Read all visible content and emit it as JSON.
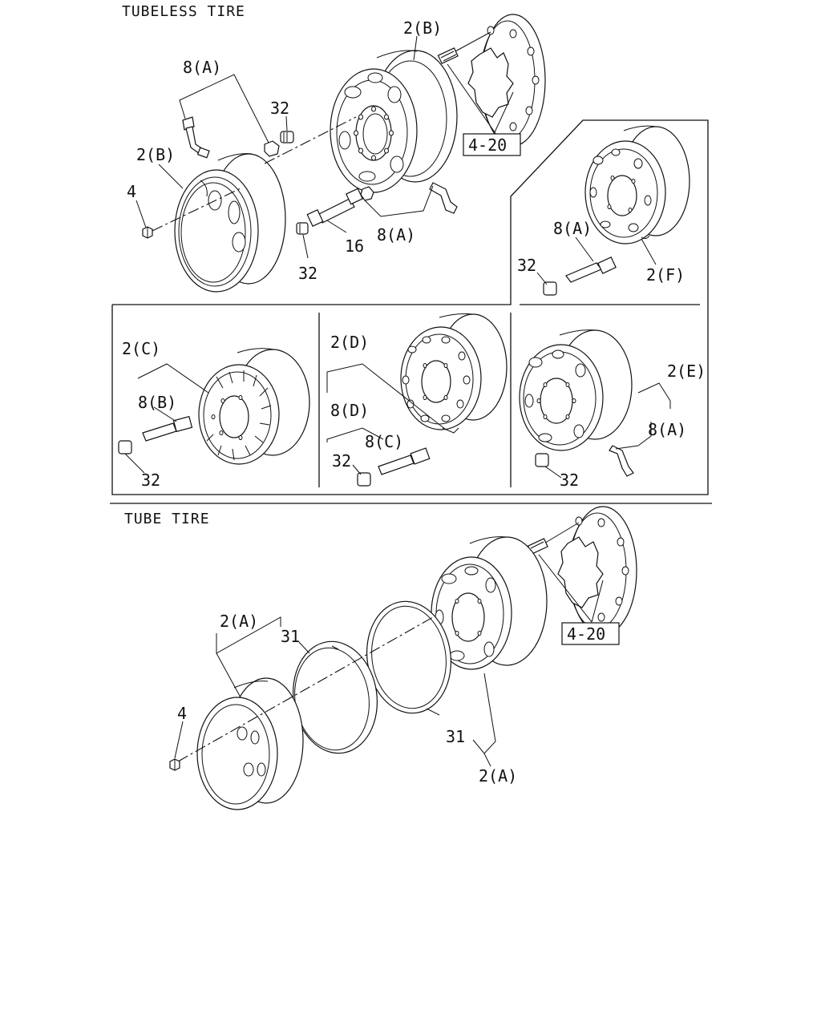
{
  "sections": {
    "tubeless_title": "TUBELESS TIRE",
    "tube_title": "TUBE TIRE"
  },
  "labels": {
    "top_2b_upper": "2(B)",
    "top_8a_upper": "8(A)",
    "top_32_upper": "32",
    "top_2b_left": "2(B)",
    "top_4": "4",
    "top_16": "16",
    "top_32_lower": "32",
    "top_8a_lower": "8(A)",
    "ref_4_20_top": "4-20",
    "f_8a": "8(A)",
    "f_32": "32",
    "f_2f": "2(F)",
    "c_2c": "2(C)",
    "c_8b": "8(B)",
    "c_32": "32",
    "d_2d": "2(D)",
    "d_8d": "8(D)",
    "d_8c": "8(C)",
    "d_32": "32",
    "e_2e": "2(E)",
    "e_8a": "8(A)",
    "e_32": "32",
    "tube_2a_left": "2(A)",
    "tube_31_left": "31",
    "tube_4": "4",
    "tube_31_right": "31",
    "tube_2a_right": "2(A)",
    "ref_4_20_bottom": "4-20"
  }
}
